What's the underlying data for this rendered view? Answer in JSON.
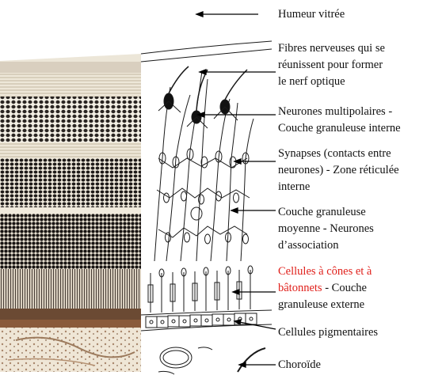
{
  "labels": {
    "humeur": "Humeur vitrée",
    "fibres": [
      "Fibres nerveuses qui se",
      "réunissent pour former",
      "le nerf optique"
    ],
    "neurones_multi": [
      "Neurones multipolaires -",
      "Couche granuleuse interne"
    ],
    "synapses": [
      "Synapses (contacts entre",
      "neurones) - Zone réticulée",
      "interne"
    ],
    "moyenne": [
      "Couche granuleuse",
      "moyenne - Neurones",
      "d’association"
    ],
    "cones_red_1": "Cellules à cônes et à",
    "cones_red_2": "bâtonnets",
    "cones_rest_2": " - Couche",
    "cones_3": "granuleuse externe",
    "pigment": "Cellules pigmentaires",
    "choroide": "Choroïde"
  },
  "colors": {
    "text": "#111111",
    "highlight": "#e0201b"
  }
}
